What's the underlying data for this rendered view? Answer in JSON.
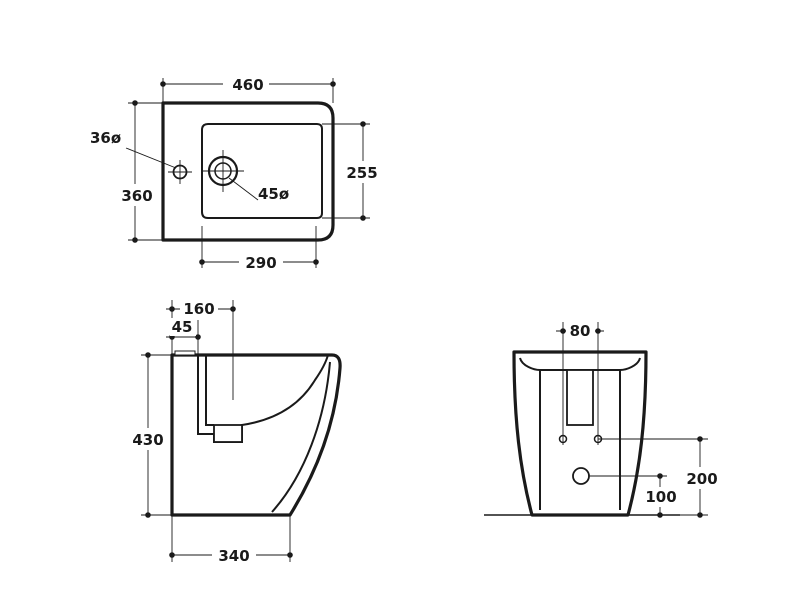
{
  "top_view": {
    "width": "460",
    "depth": "360",
    "basin_depth": "255",
    "basin_width": "290",
    "tap_hole": "36ø",
    "drain_hole": "45ø"
  },
  "side_view": {
    "tap_offset": "160",
    "rim_offset": "45",
    "height": "430",
    "base_depth": "340"
  },
  "back_view": {
    "fixing_spacing": "80",
    "fixing_height": "200",
    "waste_height": "100"
  }
}
